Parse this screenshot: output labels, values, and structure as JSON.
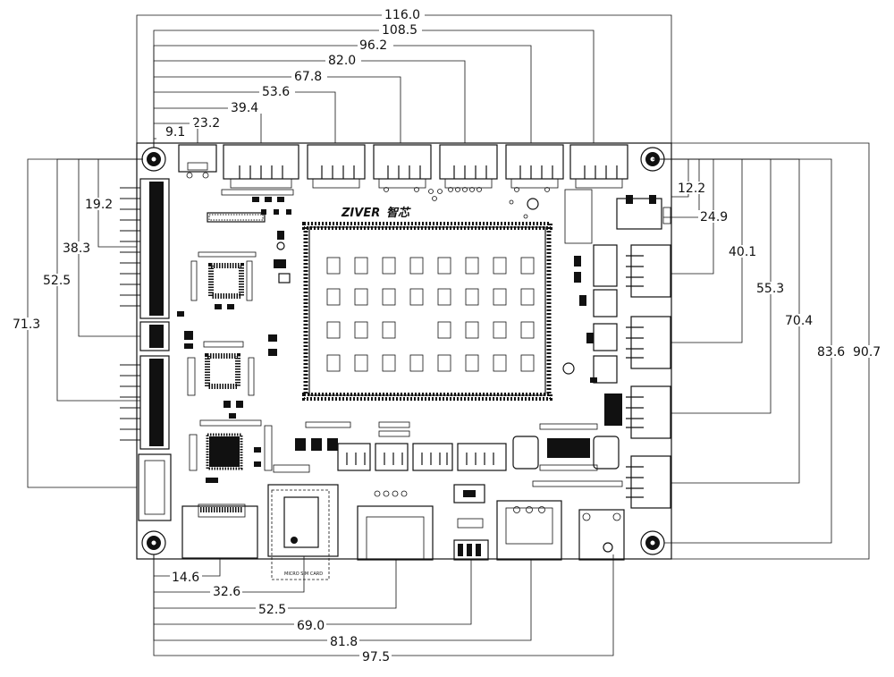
{
  "drawing": {
    "brand_text": "ZIVER",
    "brand_suffix": "智芯",
    "card_slot_label": "MICRO SIM CARD"
  },
  "dimensions": {
    "top": [
      "116.0",
      "108.5",
      "96.2",
      "82.0",
      "67.8",
      "53.6",
      "39.4",
      "23.2",
      "9.1"
    ],
    "left": [
      "19.2",
      "38.3",
      "52.5",
      "71.3"
    ],
    "right": [
      "12.2",
      "24.9",
      "40.1",
      "55.3",
      "70.4",
      "83.6",
      "90.7"
    ],
    "bottom": [
      "14.6",
      "32.6",
      "52.5",
      "69.0",
      "81.8",
      "97.5"
    ]
  }
}
